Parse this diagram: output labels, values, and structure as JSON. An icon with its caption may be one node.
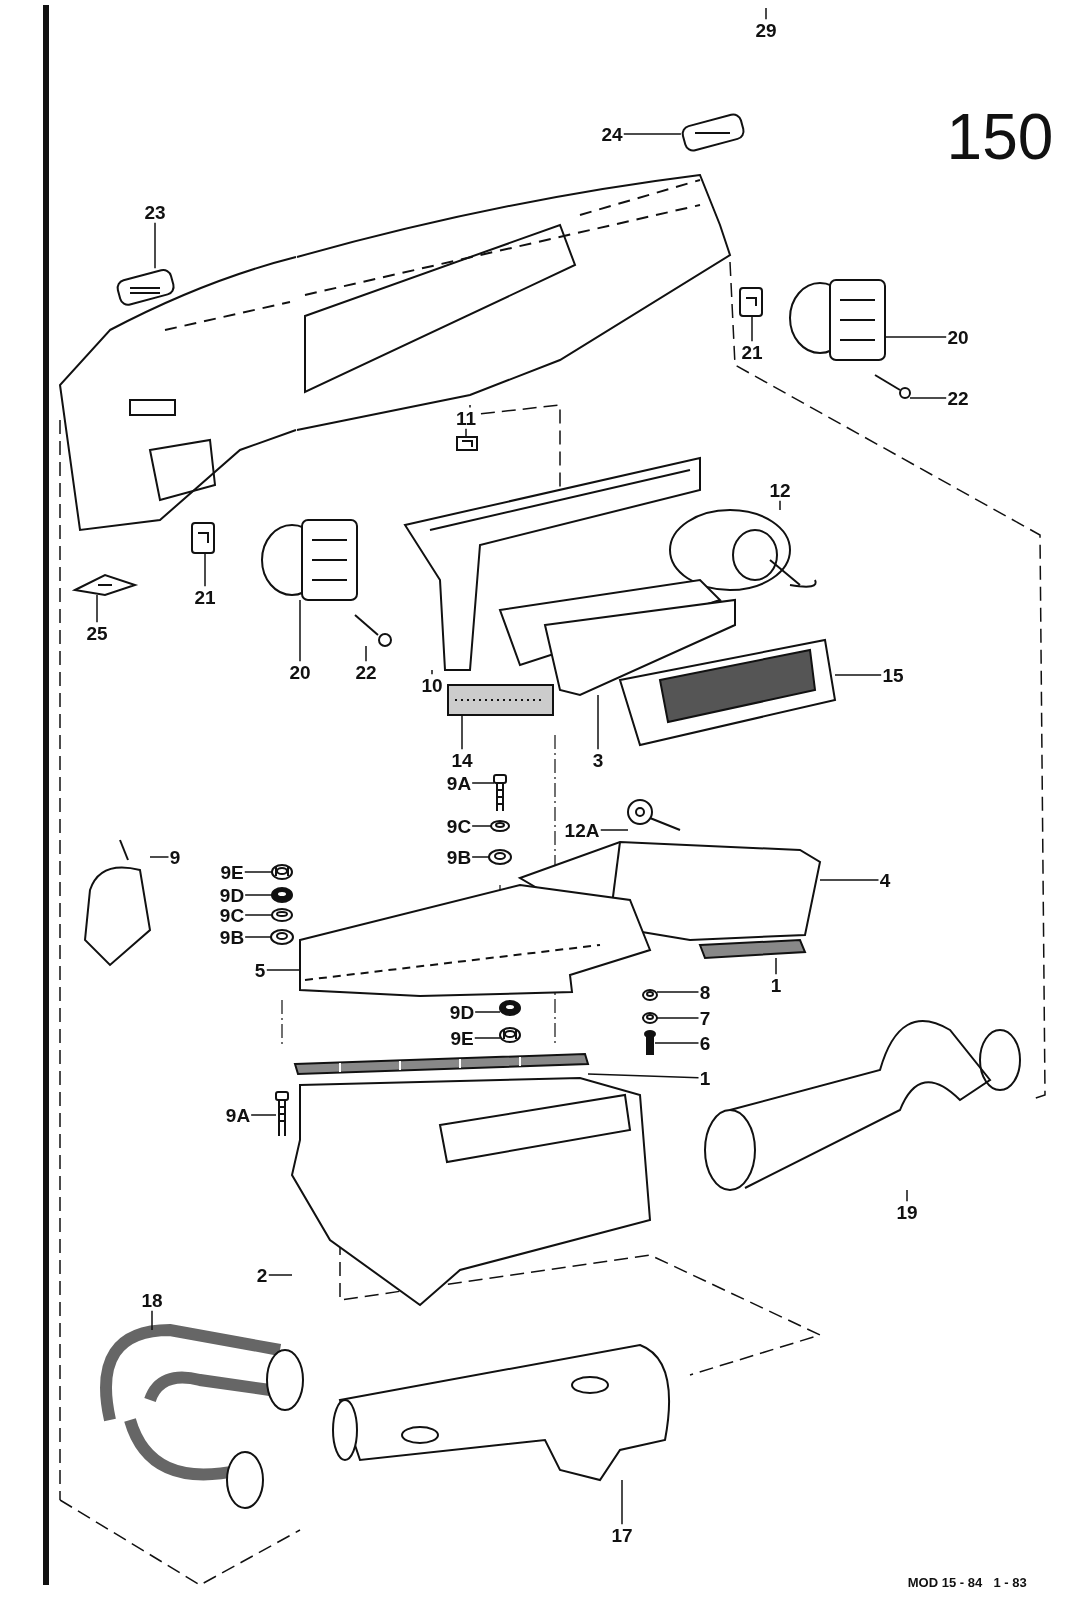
{
  "diagram": {
    "nodes": [
      {
        "text": [
          "24"
        ]
      },
      {
        "text": [
          "23"
        ]
      },
      {
        "text": [
          "20"
        ]
      },
      {
        "text": [
          "21"
        ]
      },
      {
        "text": [
          "22"
        ]
      },
      {
        "text": [
          "11"
        ]
      },
      {
        "text": [
          "12"
        ]
      },
      {
        "text": [
          "25"
        ]
      },
      {
        "text": [
          "20"
        ]
      },
      {
        "text": [
          "22"
        ]
      },
      {
        "text": [
          "10"
        ]
      },
      {
        "text": [
          "15"
        ]
      },
      {
        "text": [
          "14"
        ]
      },
      {
        "text": [
          "3"
        ]
      },
      {
        "text": [
          "9A"
        ]
      },
      {
        "text": [
          "12A"
        ]
      },
      {
        "text": [
          "9C"
        ]
      },
      {
        "text": [
          "9B"
        ]
      },
      {
        "text": [
          "9"
        ]
      },
      {
        "text": [
          "9E"
        ]
      },
      {
        "text": [
          "4"
        ]
      },
      {
        "text": [
          "9D"
        ]
      },
      {
        "text": [
          "9C"
        ]
      },
      {
        "text": [
          "9B"
        ]
      },
      {
        "text": [
          "1"
        ]
      },
      {
        "text": [
          "8"
        ]
      },
      {
        "text": [
          "5"
        ]
      },
      {
        "text": [
          "9D"
        ]
      },
      {
        "text": [
          "7"
        ]
      },
      {
        "text": [
          "9E"
        ]
      },
      {
        "text": [
          "6"
        ]
      },
      {
        "text": [
          "1"
        ]
      },
      {
        "text": [
          "9A"
        ]
      },
      {
        "text": [
          "19"
        ]
      },
      {
        "text": [
          "2"
        ]
      },
      {
        "text": [
          "18"
        ]
      },
      {
        "text": [
          "17"
        ]
      },
      {
        "text": [],
        "shape": "picture"
      },
      {
        "text": [],
        "shape": "picture"
      },
      {
        "text": [],
        "shape": "picture"
      },
      {
        "text": [],
        "shape": "picture"
      },
      {
        "text": [],
        "shape": "picture"
      },
      {
        "text": [],
        "shape": "picture"
      },
      {
        "text": [],
        "shape": "picture"
      },
      {
        "text": [],
        "shape": "picture"
      },
      {
        "text": [],
        "shape": "picture"
      },
      {
        "text": [],
        "shape": "picture"
      },
      {
        "text": [],
        "shape": "picture"
      },
      {
        "text": [],
        "shape": "picture"
      },
      {
        "text": [],
        "shape": "picture"
      },
      {
        "text": [],
        "shape": "picture"
      },
      {
        "text": [],
        "shape": "picture"
      },
      {
        "text": [],
        "shape": "picture"
      },
      {
        "text": [],
        "shape": "picture"
      },
      {
        "text": [],
        "shape": "picture"
      },
      {
        "text": [],
        "shape": "picture"
      },
      {
        "text": [],
        "shape": "picture"
      },
      {
        "text": [],
        "shape": "picture"
      },
      {
        "text": [],
        "shape": "picture"
      },
      {
        "text": [],
        "shape": "picture"
      },
      {
        "text": [],
        "shape": "picture"
      },
      {
        "text": [],
        "shape": "picture"
      },
      {
        "text": [],
        "shape": "picture"
      },
      {
        "text": [],
        "shape": "picture"
      },
      {
        "text": [],
        "shape": "picture"
      },
      {
        "text": [],
        "shape": "picture"
      },
      {
        "text": [],
        "shape": "picture"
      },
      {
        "text": [],
        "shape": "picture"
      },
      {
        "text": [],
        "shape": "picture"
      },
      {
        "text": [],
        "shape": "picture"
      },
      {
        "text": [],
        "shape": "picture"
      },
      {
        "text": [],
        "shape": "picture"
      },
      {
        "text": [],
        "shape": "picture"
      },
      {
        "text": [],
        "shape": "picture"
      },
      {
        "text": [
          "21"
        ]
      },
      {
        "text": [
          "29"
        ]
      },
      {
        "text": [],
        "shape": "picture"
      }
    ],
    "edges": [
      {
        "from": 0,
        "to": 37,
        "arrow": "none"
      },
      {
        "from": 1,
        "to": 38,
        "arrow": "none"
      },
      {
        "from": 2,
        "to": 39,
        "arrow": "none"
      },
      {
        "from": 3,
        "to": 40,
        "arrow": "none"
      },
      {
        "from": 4,
        "to": 41,
        "arrow": "none"
      },
      {
        "from": 5,
        "to": 42,
        "arrow": "none"
      },
      {
        "from": 6,
        "to": 43,
        "arrow": "none"
      },
      {
        "from": 7,
        "to": 44,
        "arrow": "none"
      },
      {
        "from": 8,
        "to": 45,
        "arrow": "none"
      },
      {
        "from": 9,
        "to": 46,
        "arrow": "none"
      },
      {
        "from": 10,
        "to": 47,
        "arrow": "none"
      },
      {
        "from": 11,
        "to": 48,
        "arrow": "none"
      },
      {
        "from": 12,
        "to": 49,
        "arrow": "none"
      },
      {
        "from": 13,
        "to": 50,
        "arrow": "none"
      },
      {
        "from": 14,
        "to": 51,
        "arrow": "none"
      },
      {
        "from": 15,
        "to": 52,
        "arrow": "none"
      },
      {
        "from": 16,
        "to": 53,
        "arrow": "none"
      },
      {
        "from": 17,
        "to": 54,
        "arrow": "none"
      },
      {
        "from": 18,
        "to": 55,
        "arrow": "none"
      },
      {
        "from": 19,
        "to": 56,
        "arrow": "none"
      },
      {
        "from": 20,
        "to": 57,
        "arrow": "none"
      },
      {
        "from": 21,
        "to": 58,
        "arrow": "none"
      },
      {
        "from": 22,
        "to": 59,
        "arrow": "none"
      },
      {
        "from": 23,
        "to": 60,
        "arrow": "none"
      },
      {
        "from": 24,
        "to": 61,
        "arrow": "none"
      },
      {
        "from": 25,
        "to": 62,
        "arrow": "none"
      },
      {
        "from": 26,
        "to": 63,
        "arrow": "none"
      },
      {
        "from": 27,
        "to": 64,
        "arrow": "none"
      },
      {
        "from": 28,
        "to": 65,
        "arrow": "none"
      },
      {
        "from": 29,
        "to": 66,
        "arrow": "none"
      },
      {
        "from": 30,
        "to": 67,
        "arrow": "none"
      },
      {
        "from": 31,
        "to": 68,
        "arrow": "none"
      },
      {
        "from": 32,
        "to": 69,
        "arrow": "none"
      },
      {
        "from": 33,
        "to": 70,
        "arrow": "none"
      },
      {
        "from": 34,
        "to": 71,
        "arrow": "none"
      },
      {
        "from": 35,
        "to": 72,
        "arrow": "none"
      },
      {
        "from": 36,
        "to": 73,
        "arrow": "none"
      },
      {
        "from": 74,
        "to": 76,
        "arrow": "none"
      },
      {
        "from": 75,
        "to": null,
        "arrow": "none"
      }
    ],
    "labels": [
      "150",
      "MOD 15 - 84",
      "1 - 83"
    ]
  }
}
